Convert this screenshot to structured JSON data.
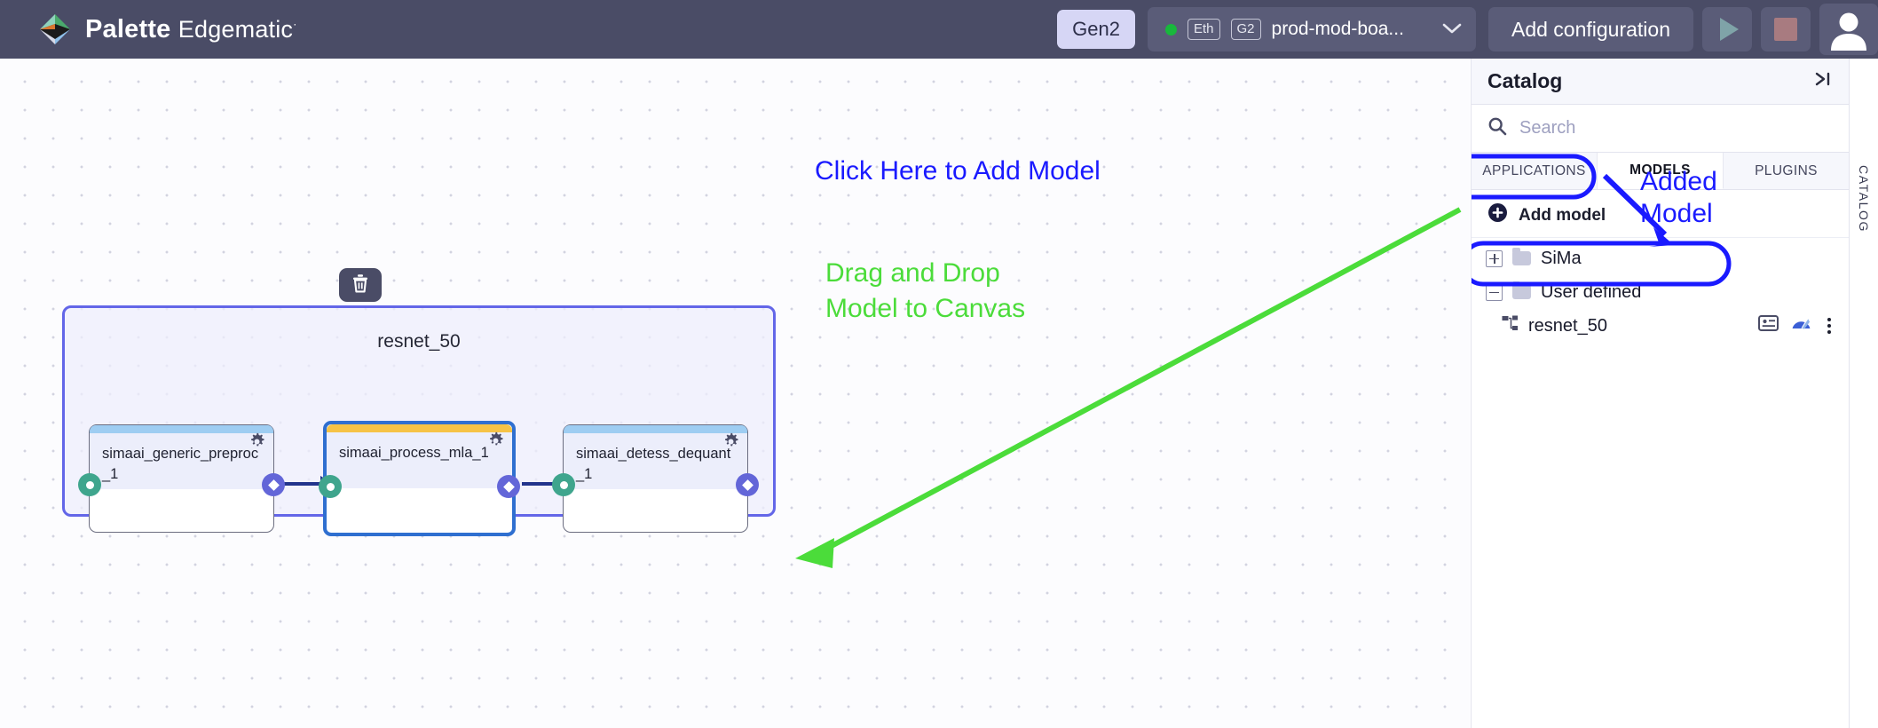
{
  "header": {
    "brand_primary": "Palette",
    "brand_secondary": "Edgematic",
    "brand_tm": "·",
    "gen_badge": "Gen2",
    "device": {
      "status_label": "online",
      "chip_eth": "Eth",
      "chip_gen": "G2",
      "name": "prod-mod-boa...",
      "dropdown_icon": "chevron-down-icon"
    },
    "add_configuration": "Add configuration",
    "run_icon": "play-icon",
    "stop_icon": "stop-icon",
    "avatar_icon": "user-avatar-icon"
  },
  "canvas": {
    "group": {
      "title": "resnet_50",
      "delete_icon": "trash-icon"
    },
    "nodes": [
      {
        "title": "simaai_generic_preproc_1",
        "accent": "#9ecdf2",
        "selected": false,
        "settings_icon": "gear-icon",
        "has_input": true,
        "has_output": true
      },
      {
        "title": "simaai_process_mla_1",
        "accent": "#f6c council",
        "selected": true,
        "settings_icon": "gear-icon",
        "has_input": true,
        "has_output": true
      },
      {
        "title": "simaai_detess_dequant_1",
        "accent": "#9ecdf2",
        "selected": false,
        "settings_icon": "gear-icon",
        "has_input": true,
        "has_output": true
      }
    ],
    "annotations": [
      {
        "text": "Click Here to Add Model",
        "color": "#1a1aff"
      },
      {
        "text": "Added",
        "color": "#1a1aff"
      },
      {
        "text": "Model",
        "color": "#1a1aff"
      },
      {
        "text": "Drag and Drop",
        "color": "#4bdc3a"
      },
      {
        "text": "Model to Canvas",
        "color": "#4bdc3a"
      }
    ]
  },
  "catalog": {
    "title": "Catalog",
    "collapse_icon": "collapse-panel-icon",
    "search": {
      "placeholder": "Search",
      "value": "",
      "icon": "search-icon"
    },
    "tabs": [
      {
        "label": "APPLICATIONS",
        "active": false
      },
      {
        "label": "MODELS",
        "active": true
      },
      {
        "label": "PLUGINS",
        "active": false
      }
    ],
    "add_model": {
      "label": "Add model",
      "icon": "plus-circle-icon"
    },
    "tree": [
      {
        "label": "SiMa",
        "expanded": false,
        "type": "folder"
      },
      {
        "label": "User defined",
        "expanded": true,
        "type": "folder"
      }
    ],
    "models": [
      {
        "name": "resnet_50",
        "type_icon": "model-graph-icon",
        "actions": [
          "details-card-icon",
          "performance-gauge-icon",
          "kebab-menu-icon"
        ]
      }
    ],
    "rail_label": "CATALOG"
  },
  "colors": {
    "topbar": "#4a4c66",
    "accent_blue": "#6366e8",
    "annotation_blue": "#1a1aff",
    "annotation_green": "#4bdc3a",
    "node_accent_default": "#9ecdf2",
    "node_accent_selected": "#f6c346",
    "port_in": "#3fa58d",
    "port_out": "#6366d8",
    "edge": "#22348c"
  }
}
